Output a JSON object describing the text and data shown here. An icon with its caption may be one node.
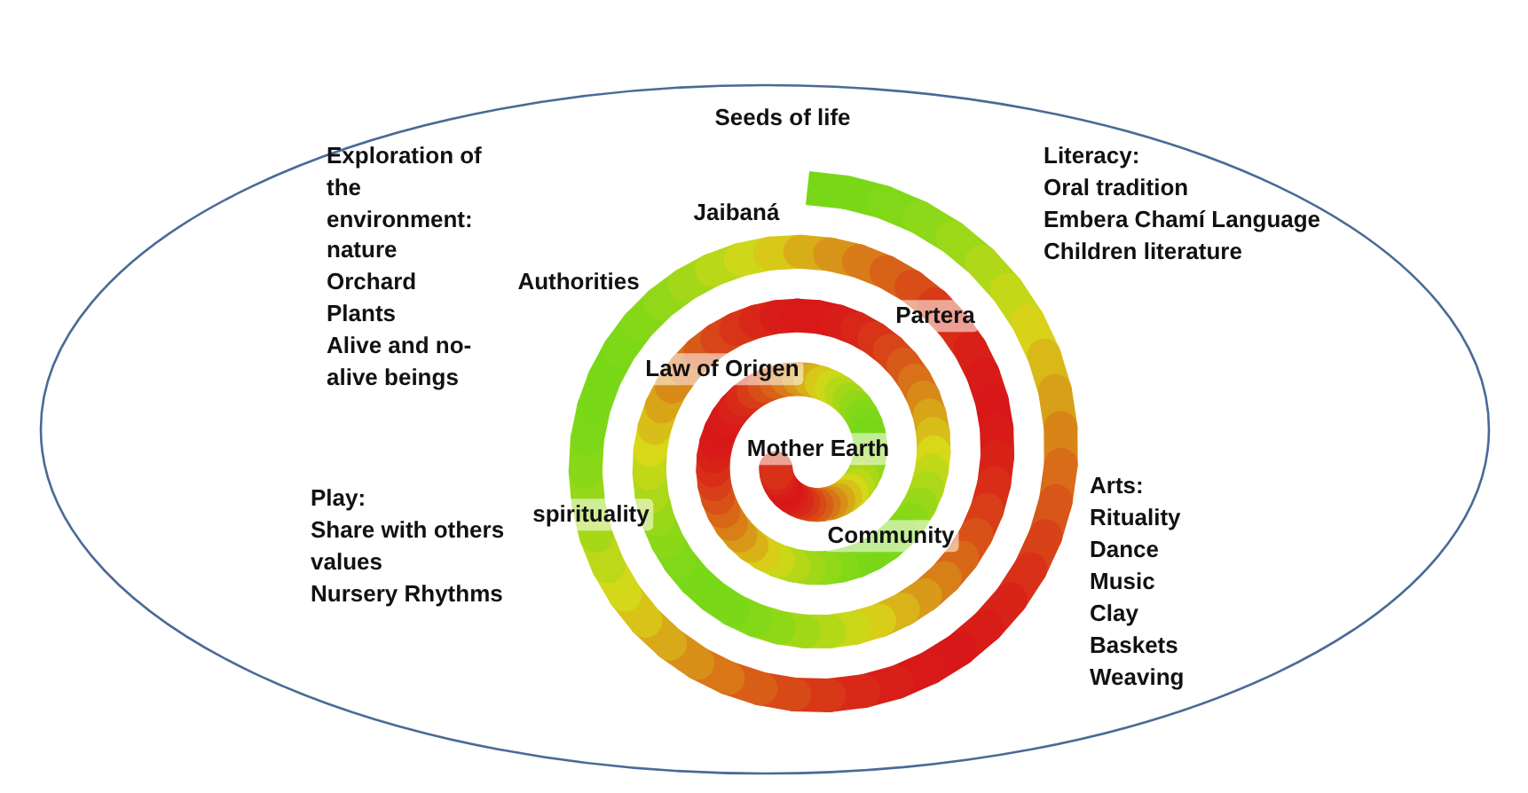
{
  "diagram": {
    "nodes": [
      {
        "text": [
          "Seeds of life"
        ]
      }
    ],
    "labels": [
      "Exploration of the environment:",
      "nature",
      "Orchard",
      "Plants",
      "Alive and no-alive beings",
      "Literacy:",
      "Oral tradition",
      "Embera Chamí Language",
      "Children literature",
      "Jaibaná",
      "Authorities",
      "Partera",
      "Law of Origen",
      "Mother Earth",
      "spirituality",
      "Community",
      "Play:",
      "Share with others values",
      "Nursery Rhythms",
      "Arts:",
      "Rituality",
      "Dance",
      "Music",
      "Clay",
      "Baskets",
      "Weaving"
    ]
  }
}
